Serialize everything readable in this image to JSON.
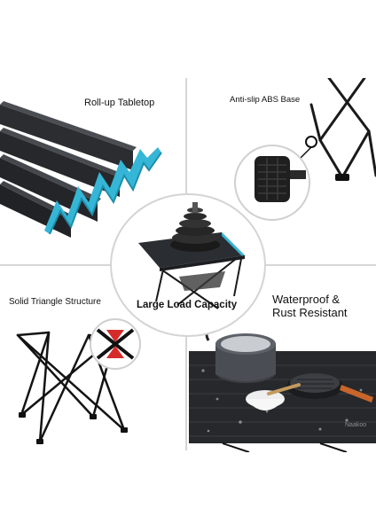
{
  "features": {
    "rollup": {
      "label": "Roll-up Tabletop"
    },
    "antislip": {
      "label": "Anti-slip ABS Base"
    },
    "triangle": {
      "label": "Solid Triangle Structure"
    },
    "waterproof": {
      "line1": "Waterproof &",
      "line2": "Rust Resistant"
    },
    "capacity": {
      "label": "Large Load Capacity"
    }
  },
  "brand": {
    "table_logo": "Naakoo"
  },
  "colors": {
    "accent": "#35b6d6",
    "tabletop": "#2a2d31",
    "frame": "#1a1a1a"
  }
}
